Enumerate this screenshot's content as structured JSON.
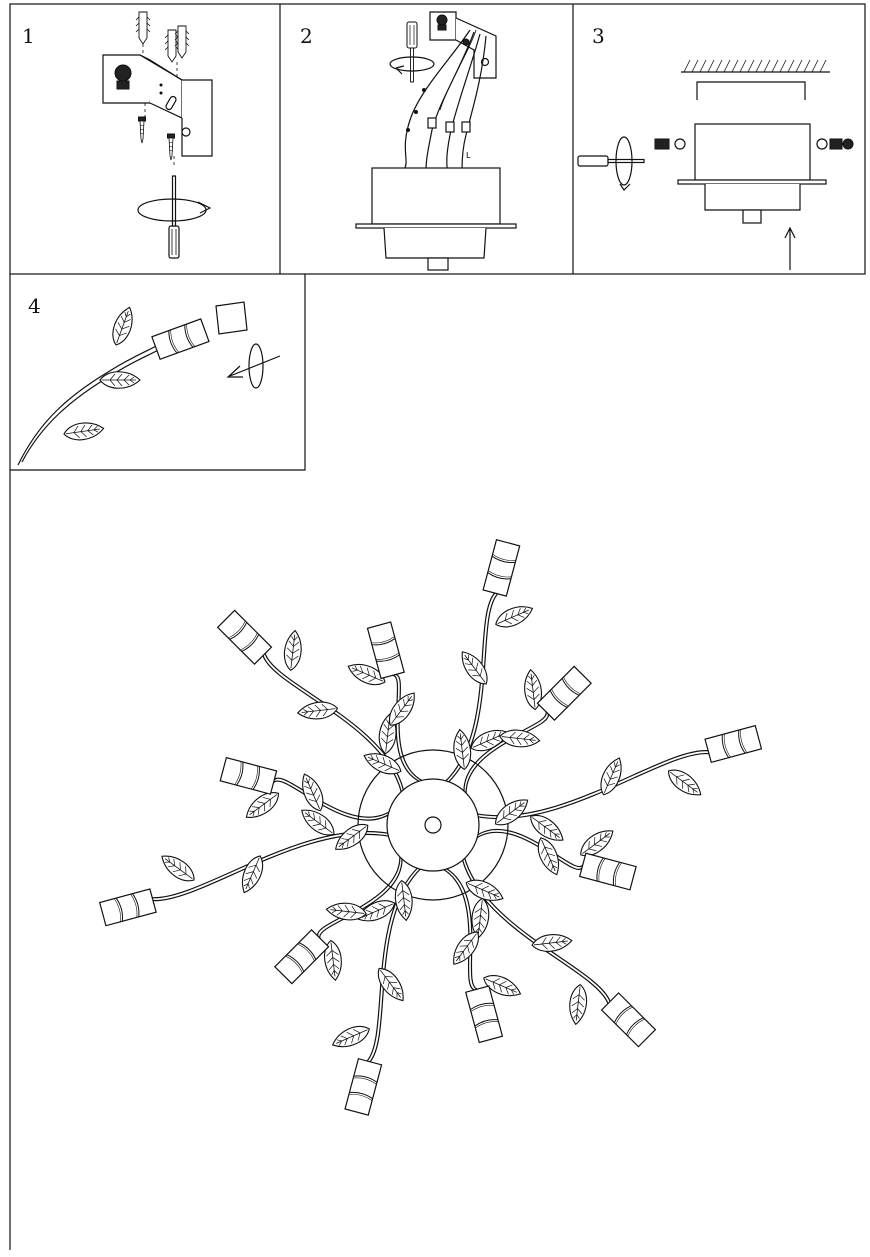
{
  "steps": [
    {
      "number": "1"
    },
    {
      "number": "2"
    },
    {
      "number": "3"
    },
    {
      "number": "4"
    }
  ],
  "wire_label": "L",
  "icons": {
    "step1": [
      "wall-anchor-icon",
      "mounting-bracket-icon",
      "screw-icon",
      "screwdriver-icon",
      "rotate-arrow-icon"
    ],
    "step2": [
      "screwdriver-icon",
      "wire-connector-icon",
      "canopy-icon"
    ],
    "step3": [
      "ceiling-icon",
      "screwdriver-icon",
      "nut-icon",
      "canopy-icon",
      "up-arrow-icon"
    ],
    "step4": [
      "leaf-arm-icon",
      "glass-shade-icon",
      "rotate-arrow-icon"
    ],
    "main": [
      "chandelier-top-view-icon"
    ]
  },
  "chandelier": {
    "arms": 12
  }
}
